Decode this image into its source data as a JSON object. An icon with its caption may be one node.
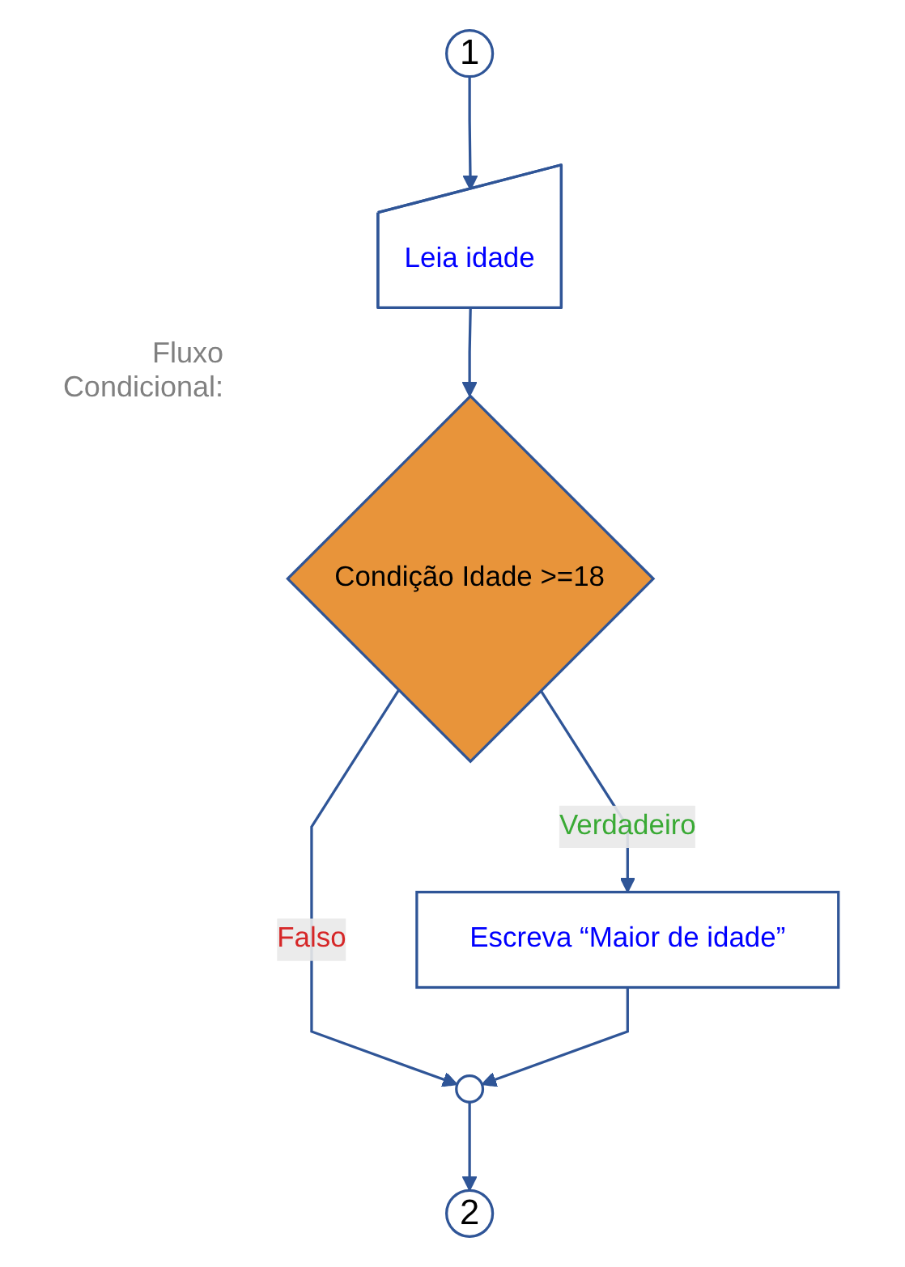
{
  "diagram": {
    "nodes": [
      {
        "text": [
          "1"
        ]
      },
      {
        "text": [
          "Leia idade"
        ]
      },
      {
        "text": [
          "Condição Idade >=18"
        ]
      },
      {
        "text": [
          "Escreva “Maior de idade”"
        ]
      },
      {
        "text": [],
        "shape": "circle"
      },
      {
        "text": [
          "2"
        ]
      }
    ],
    "edges": [
      {
        "from": 0,
        "to": 1,
        "arrow": "to"
      },
      {
        "from": 1,
        "to": 2,
        "arrow": "to"
      },
      {
        "from": 2,
        "to": 3,
        "label": "Verdadeiro",
        "arrow": "to"
      },
      {
        "from": 2,
        "to": 4,
        "label": "Falso",
        "arrow": "to"
      },
      {
        "from": 3,
        "to": 4,
        "arrow": "to"
      },
      {
        "from": 4,
        "to": 5,
        "arrow": "to"
      }
    ],
    "labels": [
      "Fluxo Condicional:"
    ]
  }
}
